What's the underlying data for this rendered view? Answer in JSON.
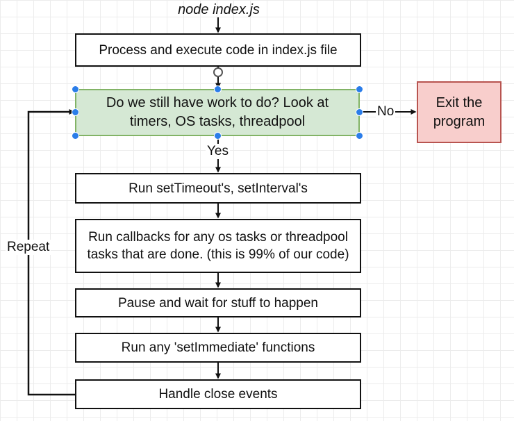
{
  "diagram": {
    "title": "node index.js",
    "nodes": {
      "process": "Process and execute code in index.js file",
      "decision": "Do we still have work to do? Look at timers, OS tasks, threadpool",
      "exit": "Exit the program",
      "timers": "Run setTimeout's, setInterval's",
      "callbacks": "Run callbacks for any os tasks or threadpool tasks that are done. (this is 99% of our code)",
      "pause": "Pause and wait for stuff to happen",
      "immediate": "Run any 'setImmediate' functions",
      "close": "Handle close events"
    },
    "edges": {
      "yes": "Yes",
      "no": "No",
      "repeat": "Repeat"
    },
    "colors": {
      "decision_fill": "#d5e8d4",
      "decision_stroke": "#82b366",
      "exit_fill": "#f8cecc",
      "exit_stroke": "#b85450",
      "selection_handle": "#2b7de9"
    }
  }
}
